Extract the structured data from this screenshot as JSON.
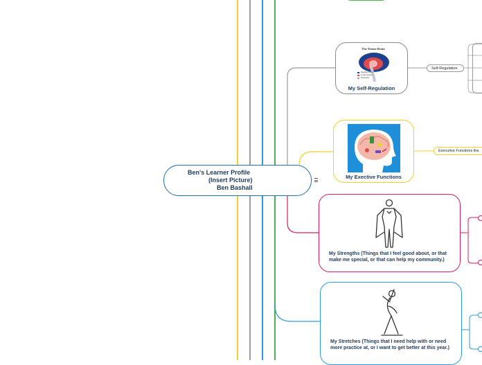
{
  "central": {
    "title": "Ben's Learner Profile",
    "subtitle": "(Insert Picture)",
    "name": "Ben Bashall",
    "notes_icon": "notes-icon"
  },
  "nodes": {
    "self_regulation": {
      "label": "My Self-Regulation",
      "image_title": "The Triune Brain",
      "image_legend": [
        "Reptilian Brain",
        "Limbic System",
        "Neocortex"
      ],
      "child": "Self-Regulation"
    },
    "executive_functions": {
      "label": "My Exective Functions",
      "child": "Executive Functions tha"
    },
    "strengths": {
      "label": "My Strengths (Things that I feel good about, or that make me special, or that can help my community.)",
      "icon": "superhero-icon"
    },
    "stretches": {
      "label": "My Stretches (Things that I need help with or need more practice at, or I want to get better at this year.)",
      "icon": "stretching-person-icon"
    }
  },
  "colors": {
    "yellow": "#f2cf2e",
    "gray": "#9a9a9a",
    "pink": "#d81b60",
    "blue": "#2e9ae0",
    "green": "#4caf50",
    "node_border": "#1f6fb2"
  }
}
